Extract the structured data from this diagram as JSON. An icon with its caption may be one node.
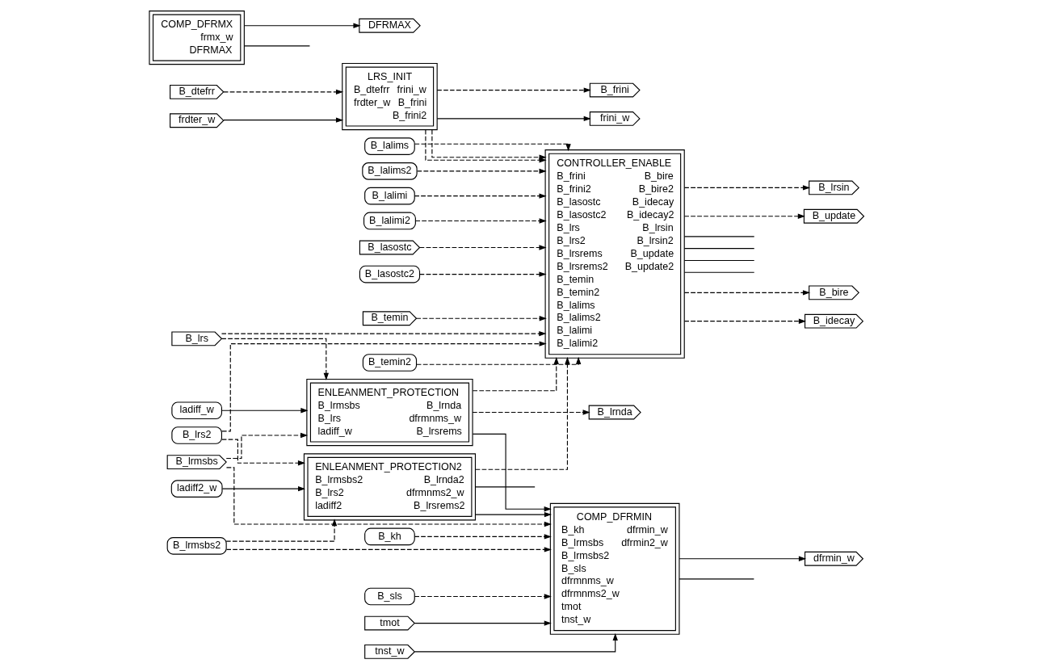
{
  "diagram": {
    "nodes": [
      {
        "text": [
          "B_lrmsbs"
        ]
      },
      {
        "text": [
          "ENLEANMENT_PROTECTION",
          "B_lrmsbs",
          "B_lrs",
          "ladiff_w",
          "B_lrnda",
          "dfrmnms_w",
          "B_lrsrems"
        ]
      },
      {
        "text": [
          "ladiff_w"
        ]
      },
      {
        "text": [
          "B_lrnda"
        ]
      },
      {
        "text": [
          "COMP_DFRMX",
          "frmx_w",
          "DFRMAX"
        ]
      },
      {
        "text": [
          "DFRMAX"
        ]
      },
      {
        "text": [
          "B_kh"
        ]
      },
      {
        "text": [
          "COMP_DFRMIN",
          "B_kh",
          "B_lrmsbs",
          "B_lrmsbs2",
          "B_sls",
          "dfrmnms_w",
          "dfrmnms2_w",
          "tmot",
          "tnst_w",
          "dfrmin_w",
          "dfrmin2_w"
        ]
      },
      {
        "text": [
          "ENLEANMENT_PROTECTION2",
          "B_lrmsbs2",
          "B_lrs2",
          "ladiff2",
          "B_lrnda2",
          "dfrmnms2_w",
          "B_lrsrems2"
        ]
      },
      {
        "text": [
          "B_lrmsbs2"
        ]
      },
      {
        "text": [
          "B_sls"
        ]
      },
      {
        "text": [
          "ladiff2_w"
        ]
      },
      {
        "text": [
          "dfrmin_w"
        ]
      },
      {
        "text": [
          "tmot"
        ]
      },
      {
        "text": [
          "tnst_w"
        ]
      },
      {
        "text": [
          "LRS_INIT",
          "B_dtefrr",
          "frdter_w",
          "frini_w",
          "B_frini",
          "B_frini2"
        ]
      },
      {
        "text": [
          "B_dtefrr"
        ]
      },
      {
        "text": [
          "frdter_w"
        ]
      },
      {
        "text": [
          "B_frini"
        ]
      },
      {
        "text": [
          "frini_w"
        ]
      },
      {
        "text": [
          "CONTROLLER_ENABLE",
          "B_frini",
          "B_frini2",
          "B_lasostc",
          "B_lasostc2",
          "B_lrs",
          "B_lrs2",
          "B_lrsrems",
          "B_lrsrems2",
          "B_temin",
          "B_temin2",
          "B_lalims",
          "B_lalims2",
          "B_lalimi",
          "B_lalimi2",
          "B_bire",
          "B_bire2",
          "B_idecay",
          "B_idecay2",
          "B_lrsin",
          "B_lrsin2",
          "B_update",
          "B_update2"
        ]
      },
      {
        "text": [
          "B_lasostc"
        ]
      },
      {
        "text": [
          "B_lasostc2"
        ]
      },
      {
        "text": [
          "B_lrs"
        ]
      },
      {
        "text": [
          "B_lrs2"
        ]
      },
      {
        "text": [
          "B_bire"
        ]
      },
      {
        "text": [
          "B_idecay"
        ]
      },
      {
        "text": [
          "B_lrsin"
        ]
      },
      {
        "text": [
          "B_update"
        ]
      },
      {
        "text": [
          "B_temin"
        ]
      },
      {
        "text": [
          "B_temin2"
        ]
      },
      {
        "text": [
          "B_lalims"
        ]
      },
      {
        "text": [
          "B_lalims2"
        ]
      },
      {
        "text": [
          "B_lalimi"
        ]
      },
      {
        "text": [
          "B_lalimi2"
        ]
      }
    ],
    "edges": [
      {
        "from": 0,
        "to": 1,
        "arrow": "to",
        "style": "dashed"
      },
      {
        "from": 0,
        "to": 7,
        "arrow": "to",
        "style": "dashed"
      },
      {
        "from": 2,
        "to": 1,
        "arrow": "to"
      },
      {
        "from": 23,
        "to": 1,
        "arrow": "to",
        "style": "dashed"
      },
      {
        "from": 1,
        "to": 3,
        "arrow": "to",
        "style": "dashed"
      },
      {
        "from": 1,
        "to": 7,
        "arrow": "to"
      },
      {
        "from": 1,
        "to": 20,
        "arrow": "to",
        "style": "dashed"
      },
      {
        "from": 4,
        "to": null,
        "arrow": "none"
      },
      {
        "from": 4,
        "to": 5,
        "arrow": "to"
      },
      {
        "from": 6,
        "to": 7,
        "arrow": "to",
        "style": "dashed"
      },
      {
        "from": 9,
        "to": 8,
        "arrow": "to",
        "style": "dashed"
      },
      {
        "from": 9,
        "to": 7,
        "arrow": "to",
        "style": "dashed"
      },
      {
        "from": 10,
        "to": 7,
        "arrow": "to",
        "style": "dashed"
      },
      {
        "from": 11,
        "to": 8,
        "arrow": "to"
      },
      {
        "from": 24,
        "to": 8,
        "arrow": "to",
        "style": "dashed"
      },
      {
        "from": 8,
        "to": null,
        "arrow": "none"
      },
      {
        "from": 8,
        "to": 7,
        "arrow": "to"
      },
      {
        "from": 8,
        "to": 20,
        "arrow": "to",
        "style": "dashed"
      },
      {
        "from": 13,
        "to": 7,
        "arrow": "to"
      },
      {
        "from": 14,
        "to": 7,
        "arrow": "to"
      },
      {
        "from": 7,
        "to": 12,
        "arrow": "to"
      },
      {
        "from": 7,
        "to": null,
        "arrow": "none"
      },
      {
        "from": 16,
        "to": 15,
        "arrow": "to",
        "style": "dashed"
      },
      {
        "from": 17,
        "to": 15,
        "arrow": "to"
      },
      {
        "from": 15,
        "to": 19,
        "arrow": "to"
      },
      {
        "from": 15,
        "to": 18,
        "arrow": "to",
        "style": "dashed"
      },
      {
        "from": 15,
        "to": 20,
        "arrow": "to",
        "style": "dashed"
      },
      {
        "from": 15,
        "to": 20,
        "arrow": "to",
        "style": "dashed"
      },
      {
        "from": 21,
        "to": 20,
        "arrow": "to",
        "style": "dashed"
      },
      {
        "from": 22,
        "to": 20,
        "arrow": "to",
        "style": "dashed"
      },
      {
        "from": 23,
        "to": 20,
        "arrow": "to",
        "style": "dashed"
      },
      {
        "from": 24,
        "to": 20,
        "arrow": "to",
        "style": "dashed"
      },
      {
        "from": 29,
        "to": 20,
        "arrow": "to",
        "style": "dashed"
      },
      {
        "from": 30,
        "to": 20,
        "arrow": "to",
        "style": "dashed"
      },
      {
        "from": 31,
        "to": 20,
        "arrow": "to",
        "style": "dashed"
      },
      {
        "from": 32,
        "to": 20,
        "arrow": "to",
        "style": "dashed"
      },
      {
        "from": 33,
        "to": 20,
        "arrow": "to",
        "style": "dashed"
      },
      {
        "from": 34,
        "to": 20,
        "arrow": "to",
        "style": "dashed"
      },
      {
        "from": 20,
        "to": 25,
        "arrow": "to",
        "style": "dashed"
      },
      {
        "from": 20,
        "to": null,
        "arrow": "none"
      },
      {
        "from": 20,
        "to": 26,
        "arrow": "to",
        "style": "dashed"
      },
      {
        "from": 20,
        "to": null,
        "arrow": "none"
      },
      {
        "from": 20,
        "to": 27,
        "arrow": "to",
        "style": "dashed"
      },
      {
        "from": 20,
        "to": null,
        "arrow": "none"
      },
      {
        "from": 20,
        "to": 28,
        "arrow": "to",
        "style": "dashed"
      },
      {
        "from": 20,
        "to": null,
        "arrow": "none"
      }
    ]
  }
}
